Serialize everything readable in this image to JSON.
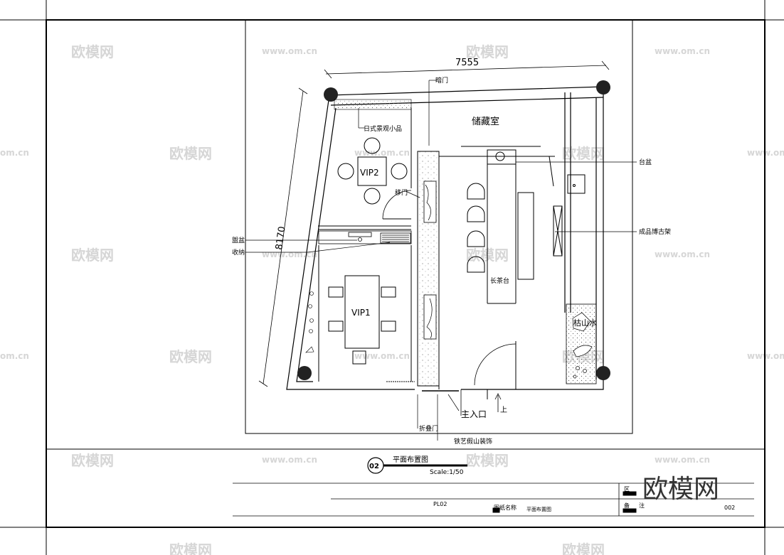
{
  "drawing": {
    "dimension_width": "7555",
    "dimension_height": "8170",
    "rooms": {
      "storage": "储藏室",
      "vip1": "VIP1",
      "vip2": "VIP2",
      "long_tea_table": "长茶台"
    },
    "labels": {
      "dark_door": "暗门",
      "japanese_landscape": "日式景观小品",
      "sliding_door": "移门",
      "sink": "台盆",
      "washbasin": "盥盆",
      "storage_cabinet": "收纳",
      "product_shelf": "成品博古架",
      "dry_landscape": "枯山水",
      "folding_door": "折叠门",
      "iron_rockery": "铁艺假山装饰",
      "main_entrance": "主入口",
      "up": "上"
    }
  },
  "title_block": {
    "number": "02",
    "title": "平面布置图",
    "scale": "Scale:1/50",
    "drawing_no": "PL02",
    "name_label": "图纸名称",
    "name_value": "平面布置图",
    "area_label": "区",
    "remark_label": "备",
    "remark_label2": "注",
    "sheet": "002"
  },
  "watermarks": {
    "brand_cn": "欧模网",
    "brand_url": "www.om.cn",
    "brand_url_partial": "om.cn"
  }
}
